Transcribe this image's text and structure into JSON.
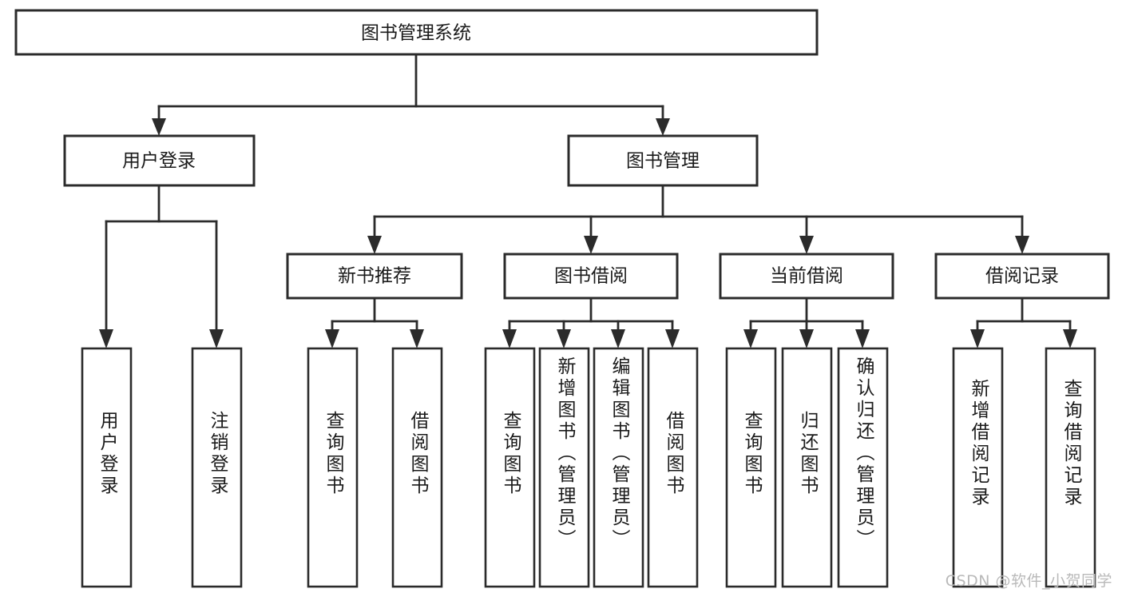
{
  "diagram": {
    "type": "tree-hierarchy",
    "title": "图书管理系统",
    "orientation": "top-down",
    "colors": {
      "box_stroke": "#2b2b2b",
      "box_fill": "#ffffff",
      "connector": "#2b2b2b",
      "text": "#1a1a1a",
      "watermark": "#b9b9b9",
      "background": "#ffffff"
    },
    "root": {
      "label": "图书管理系统"
    },
    "level2": [
      {
        "label": "用户登录"
      },
      {
        "label": "图书管理"
      }
    ],
    "level3": [
      {
        "label": "新书推荐"
      },
      {
        "label": "图书借阅"
      },
      {
        "label": "当前借阅"
      },
      {
        "label": "借阅记录"
      }
    ],
    "leaves": {
      "user_login": [
        {
          "label": "用户登录"
        },
        {
          "label": "注销登录"
        }
      ],
      "new_book_recommend": [
        {
          "label": "查询图书"
        },
        {
          "label": "借阅图书"
        }
      ],
      "book_borrow": [
        {
          "label": "查询图书"
        },
        {
          "label": "新增图书（管理员）"
        },
        {
          "label": "编辑图书（管理员）"
        },
        {
          "label": "借阅图书"
        }
      ],
      "current_borrow": [
        {
          "label": "查询图书"
        },
        {
          "label": "归还图书"
        },
        {
          "label": "确认归还（管理员）"
        }
      ],
      "borrow_record": [
        {
          "label": "新增借阅记录"
        },
        {
          "label": "查询借阅记录"
        }
      ]
    }
  },
  "watermark": {
    "text": "CSDN @软件_小贺同学"
  }
}
